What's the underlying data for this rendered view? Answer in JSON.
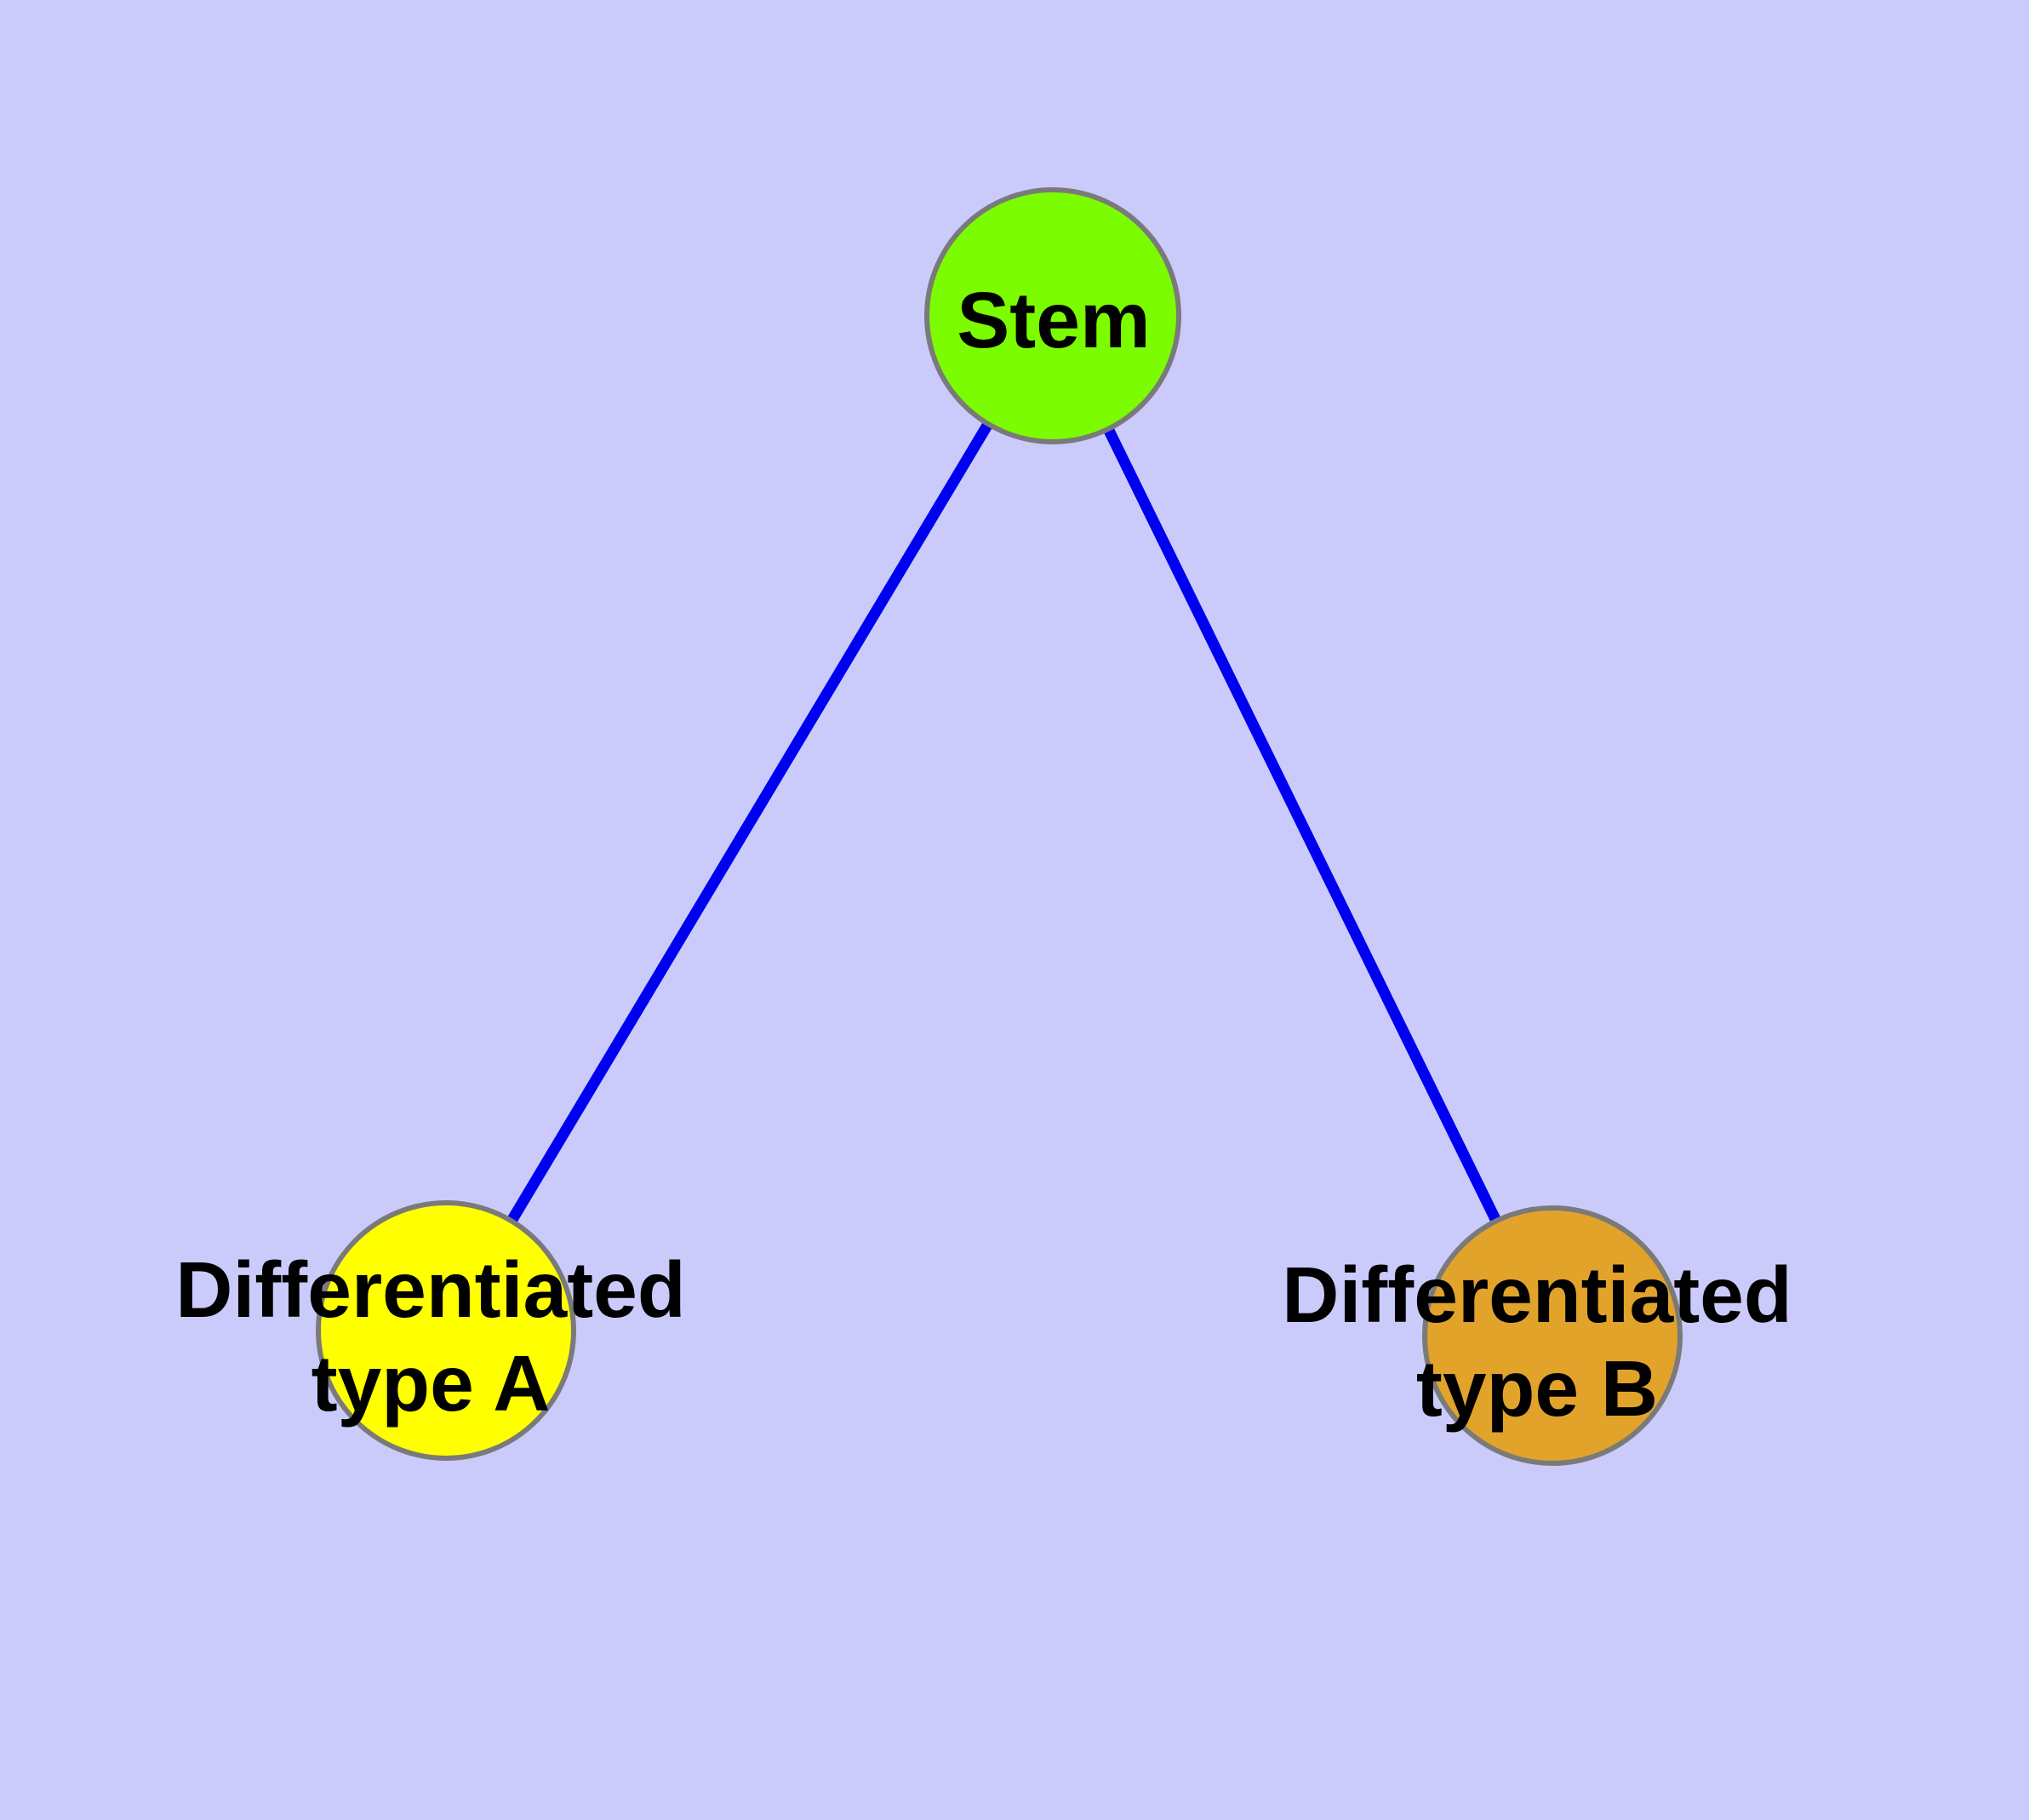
{
  "diagram": {
    "background_color": "#CBCBFB",
    "edge_color": "#0000F0",
    "node_border_color": "#7A7A7A",
    "label_color": "#000000",
    "nodes": {
      "stem": {
        "label": "Stem",
        "fill": "#7CFC00"
      },
      "type_a": {
        "label_line1": "Differentiated",
        "label_line2": "type A",
        "fill": "#FFFF00"
      },
      "type_b": {
        "label_line1": "Differentiated",
        "label_line2": "type B",
        "fill": "#E2A32B"
      }
    },
    "edges": [
      {
        "from": "Stem",
        "to": "Differentiated type A"
      },
      {
        "from": "Stem",
        "to": "Differentiated type B"
      }
    ]
  }
}
